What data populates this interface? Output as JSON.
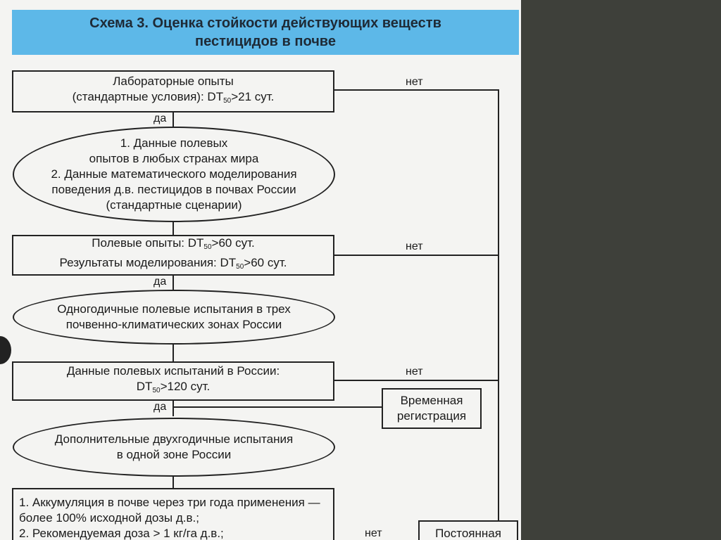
{
  "title": {
    "line1": "Схема 3.  Оценка стойкости действующих веществ",
    "line2": "пестицидов в почве"
  },
  "box1": {
    "line1": "Лабораторные опыты",
    "line2_pre": "(стандартные условия): DT",
    "line2_sub": "50",
    "line2_post": ">21 сут."
  },
  "ellipse1": {
    "lines": [
      "1. Данные полевых",
      "опытов в любых странах мира",
      "2. Данные математического моделирования",
      "поведения д.в. пестицидов в почвах России",
      "(стандартные сценарии)"
    ]
  },
  "box2": {
    "line1_pre": "Полевые опыты: DT",
    "line1_sub": "50",
    "line1_post": ">60 сут.",
    "line2_pre": "Результаты моделирования: DT",
    "line2_sub": "50",
    "line2_post": ">60 сут."
  },
  "ellipse2": {
    "lines": [
      "Одногодичные полевые испытания в трех",
      "почвенно-климатических зонах России"
    ]
  },
  "box3": {
    "line1": "Данные полевых испытаний в России:",
    "line2_pre": "DT",
    "line2_sub": "50",
    "line2_post": ">120 сут."
  },
  "temp_reg": {
    "line1": "Временная",
    "line2": "регистрация"
  },
  "ellipse3": {
    "lines": [
      "Дополнительные двухгодичные испытания",
      "в одной зоне России"
    ]
  },
  "box4": {
    "lines": [
      "1. Аккумуляция в почве через три года применения —",
      "более 100% исходной дозы д.в.;",
      "2. Рекомендуемая доза > 1 кг/га д.в.;"
    ]
  },
  "perm_reg": {
    "line1": "Постоянная"
  },
  "labels": {
    "yes": "да",
    "no": "нет"
  }
}
